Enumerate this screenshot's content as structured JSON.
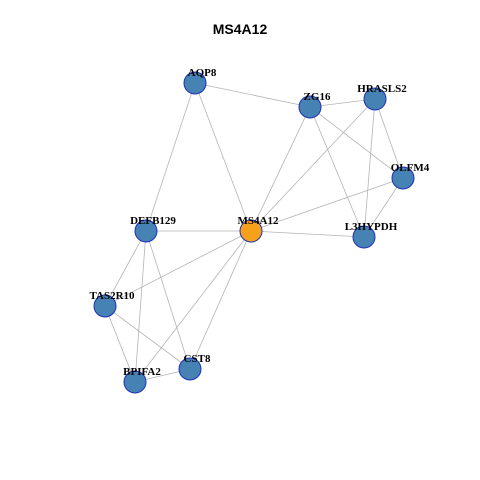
{
  "title": "MS4A12",
  "colors": {
    "center_node": "#f5a11b",
    "neighbor_node": "#4682b4",
    "node_border": "#1f2fb8",
    "edge": "#b4b4b4"
  },
  "nodes": [
    {
      "id": "MS4A12",
      "label": "MS4A12",
      "role": "center"
    },
    {
      "id": "AQP8",
      "label": "AQP8",
      "role": "neighbor"
    },
    {
      "id": "ZG16",
      "label": "ZG16",
      "role": "neighbor"
    },
    {
      "id": "HRASLS2",
      "label": "HRASLS2",
      "role": "neighbor"
    },
    {
      "id": "OLFM4",
      "label": "OLFM4",
      "role": "neighbor"
    },
    {
      "id": "L3HYPDH",
      "label": "L3HYPDH",
      "role": "neighbor"
    },
    {
      "id": "DEFB129",
      "label": "DEFB129",
      "role": "neighbor"
    },
    {
      "id": "TAS2R10",
      "label": "TAS2R10",
      "role": "neighbor"
    },
    {
      "id": "CST8",
      "label": "CST8",
      "role": "neighbor"
    },
    {
      "id": "BPIFA2",
      "label": "BPIFA2",
      "role": "neighbor"
    }
  ],
  "edges": [
    [
      "AQP8",
      "ZG16"
    ],
    [
      "AQP8",
      "DEFB129"
    ],
    [
      "AQP8",
      "MS4A12"
    ],
    [
      "ZG16",
      "HRASLS2"
    ],
    [
      "ZG16",
      "OLFM4"
    ],
    [
      "ZG16",
      "MS4A12"
    ],
    [
      "ZG16",
      "L3HYPDH"
    ],
    [
      "HRASLS2",
      "OLFM4"
    ],
    [
      "HRASLS2",
      "L3HYPDH"
    ],
    [
      "HRASLS2",
      "MS4A12"
    ],
    [
      "OLFM4",
      "L3HYPDH"
    ],
    [
      "OLFM4",
      "MS4A12"
    ],
    [
      "MS4A12",
      "L3HYPDH"
    ],
    [
      "MS4A12",
      "DEFB129"
    ],
    [
      "MS4A12",
      "TAS2R10"
    ],
    [
      "MS4A12",
      "BPIFA2"
    ],
    [
      "MS4A12",
      "CST8"
    ],
    [
      "DEFB129",
      "TAS2R10"
    ],
    [
      "DEFB129",
      "BPIFA2"
    ],
    [
      "DEFB129",
      "CST8"
    ],
    [
      "TAS2R10",
      "CST8"
    ],
    [
      "TAS2R10",
      "BPIFA2"
    ],
    [
      "BPIFA2",
      "CST8"
    ]
  ]
}
